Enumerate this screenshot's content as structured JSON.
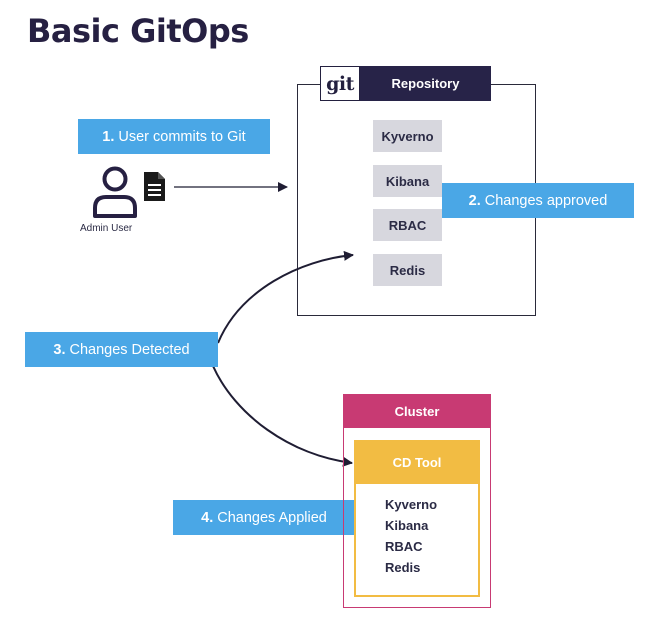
{
  "title": "Basic GitOps",
  "repository": {
    "logo_text": "git",
    "title": "Repository",
    "items": [
      "Kyverno",
      "Kibana",
      "RBAC",
      "Redis"
    ]
  },
  "user": {
    "label": "Admin User",
    "icon": "user-icon",
    "document_icon": "document-icon"
  },
  "steps": [
    {
      "number": "1.",
      "text": "User commits to Git"
    },
    {
      "number": "2.",
      "text": "Changes approved"
    },
    {
      "number": "3.",
      "text": "Changes Detected"
    },
    {
      "number": "4.",
      "text": "Changes Applied"
    }
  ],
  "cluster": {
    "title": "Cluster",
    "cd_tool": {
      "title": "CD Tool",
      "items": [
        "Kyverno",
        "Kibana",
        "RBAC",
        "Redis"
      ]
    }
  },
  "colors": {
    "title": "#262042",
    "callout": "#4aa7e6",
    "repo_header": "#272348",
    "repo_item": "#d7d7de",
    "cluster": "#c83a73",
    "cd_tool": "#f2bc43"
  }
}
